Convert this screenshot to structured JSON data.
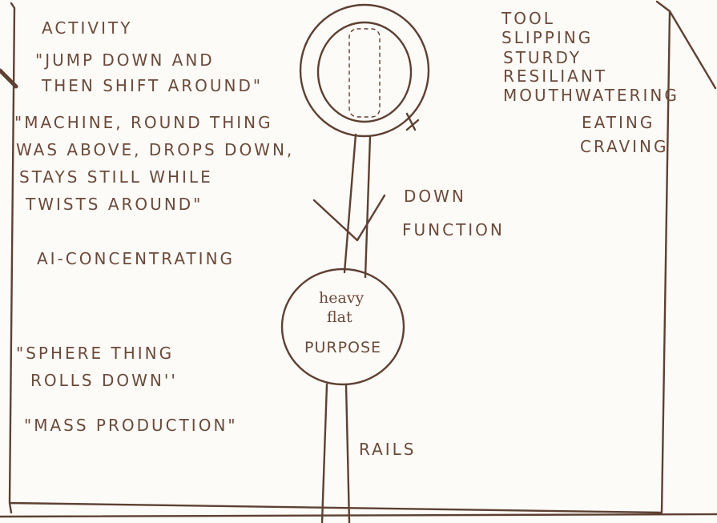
{
  "left_notes": {
    "activity_heading": "ACTIVITY",
    "activity_quote_1": "\"JUMP DOWN AND",
    "activity_quote_2": "THEN SHIFT AROUND\"",
    "machine_1": "\"MACHINE, ROUND THING",
    "machine_2": "WAS ABOVE, DROPS DOWN,",
    "machine_3": "STAYS STILL WHILE",
    "machine_4": "TWISTS AROUND\"",
    "ai": "AI-CONCENTRATING",
    "sphere_1": "\"SPHERE THING",
    "sphere_2": "ROLLS DOWN''",
    "mass": "\"MASS PRODUCTION\""
  },
  "right_notes": {
    "tool": "TOOL",
    "slipping": "SLIPPING",
    "sturdy": "STURDY",
    "resiliant": "RESILIANT",
    "mouthwatering": "MOUTHWATERING",
    "eating": "EATING",
    "craving": "CRAVING"
  },
  "diagram": {
    "down_1": "DOWN",
    "down_2": "FUNCTION",
    "circle_heavy": "heavy",
    "circle_flat": "flat",
    "circle_purpose": "PURPOSE",
    "rails": "RAILS"
  }
}
